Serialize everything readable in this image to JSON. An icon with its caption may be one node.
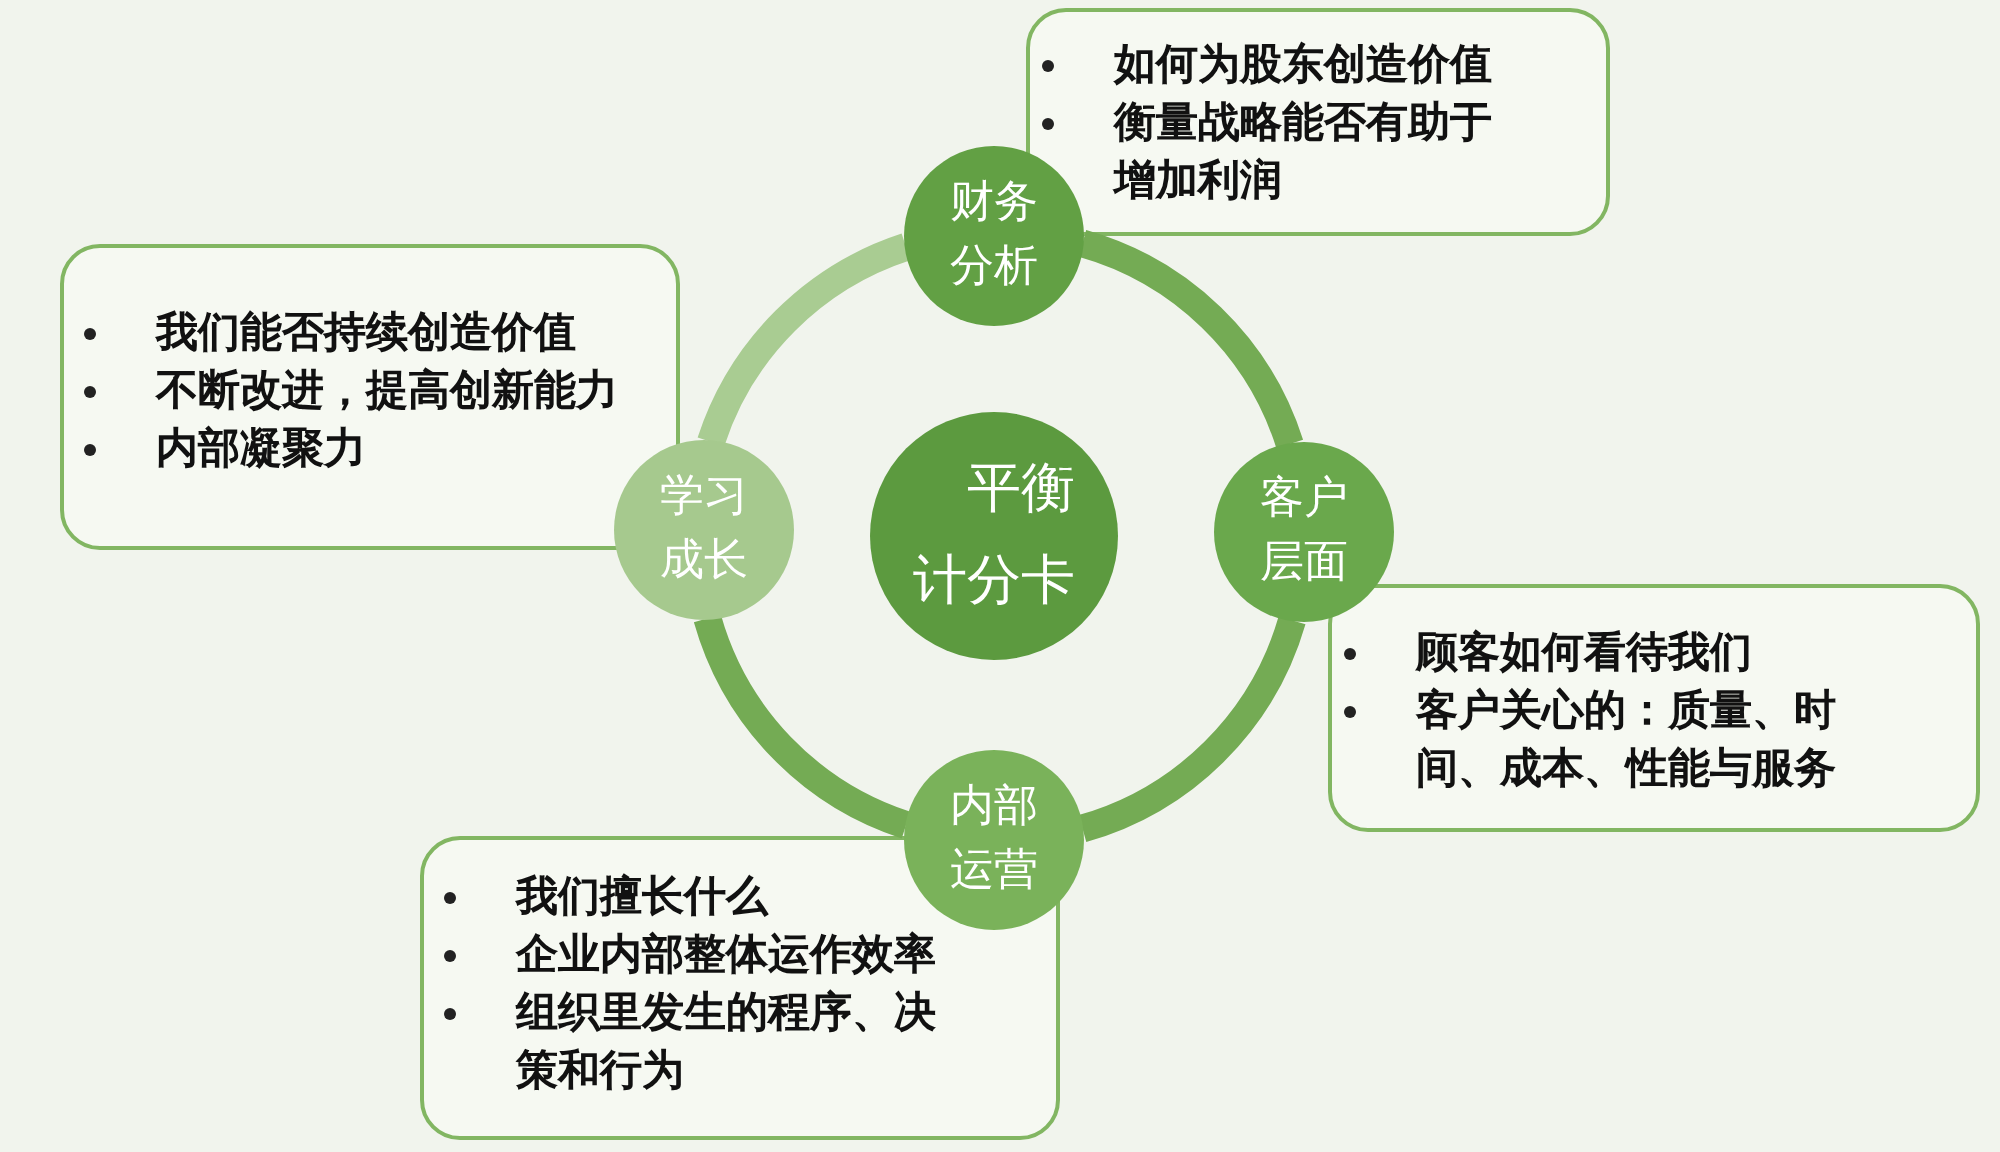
{
  "diagram": {
    "nodes": [
      {
        "text": [
          "财务分析"
        ]
      },
      {
        "text": [
          "如何为股东创造价值",
          "衡量战略能否有助于增加利润"
        ]
      },
      {
        "text": [
          "我们能否持续创造价值",
          "不断改进，提高创新能力",
          "内部凝聚力"
        ]
      },
      {
        "text": [
          "学习成长"
        ]
      },
      {
        "text": [
          "平衡计分卡"
        ]
      },
      {
        "text": [
          "客户层面"
        ]
      },
      {
        "text": [
          "顾客如何看待我们",
          "客户关心的：质量、时间、成本、性能与服务"
        ]
      },
      {
        "text": [
          "内部运营"
        ]
      },
      {
        "text": [
          "我们擅长什么",
          "企业内部整体运作效率",
          "组织里发生的程序、决策和行为"
        ]
      }
    ],
    "edges": [
      {
        "from": 0,
        "to": 5,
        "arrow": "none"
      },
      {
        "from": 5,
        "to": 7,
        "arrow": "none"
      },
      {
        "from": 7,
        "to": 3,
        "arrow": "none"
      },
      {
        "from": 3,
        "to": 0,
        "arrow": "none",
        "color": "#a9cc92"
      }
    ]
  }
}
